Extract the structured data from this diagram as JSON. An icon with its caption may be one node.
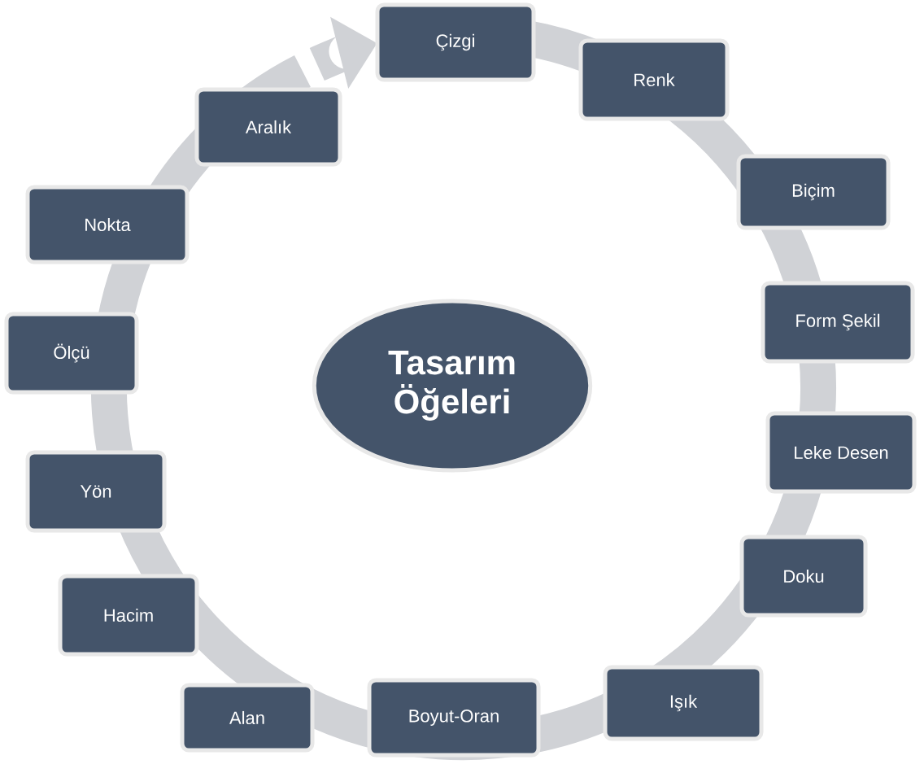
{
  "diagram": {
    "nodes": [
      {
        "text": [
          "Tasarım Öğeleri"
        ]
      },
      {
        "text": [
          "Çizgi"
        ]
      },
      {
        "text": [
          "Renk"
        ]
      },
      {
        "text": [
          "Biçim"
        ]
      },
      {
        "text": [
          "Form Şekil"
        ]
      },
      {
        "text": [
          "Leke Desen"
        ]
      },
      {
        "text": [
          "Doku"
        ]
      },
      {
        "text": [
          "Işık"
        ]
      },
      {
        "text": [
          "Boyut-Oran"
        ]
      },
      {
        "text": [
          "Alan"
        ]
      },
      {
        "text": [
          "Hacim"
        ]
      },
      {
        "text": [
          "Yön"
        ]
      },
      {
        "text": [
          "Ölçü"
        ]
      },
      {
        "text": [
          "Nokta"
        ]
      },
      {
        "text": [
          "Aralık"
        ]
      }
    ],
    "edges": [
      {
        "from": 14,
        "to": 1,
        "arrow": "to"
      }
    ]
  }
}
